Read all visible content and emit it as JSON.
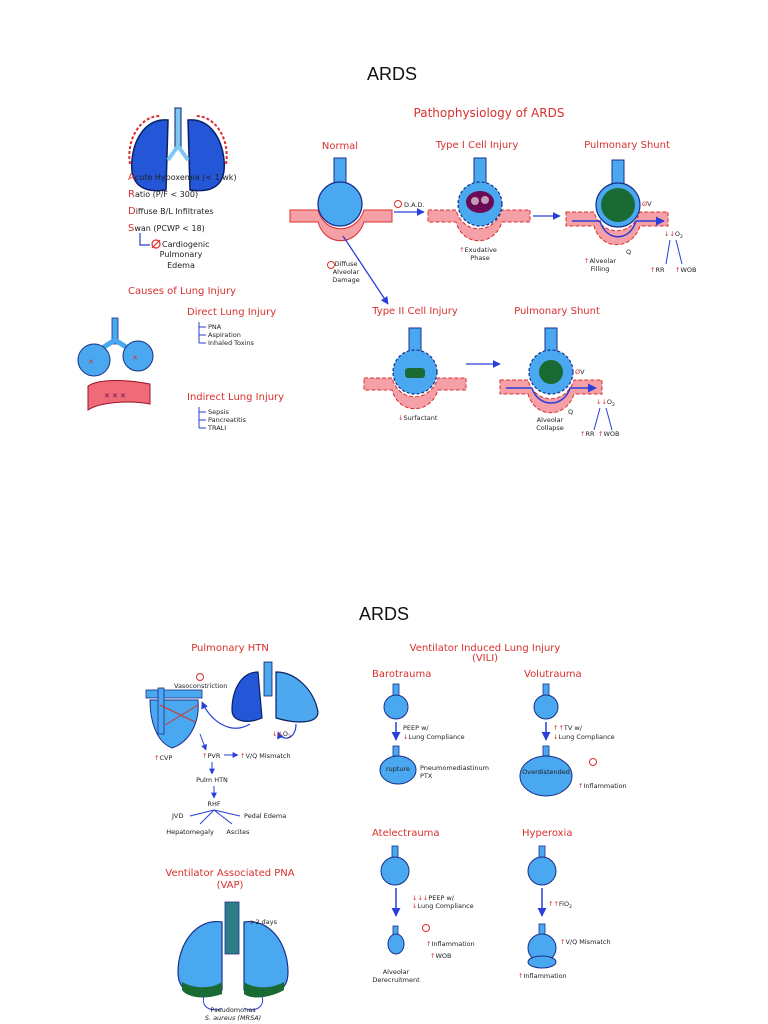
{
  "top": {
    "title": "ARDS",
    "subtitle": "Pathophysiology of ARDS",
    "mnemonic": [
      {
        "letter": "A",
        "rest": "cute Hypoxemia  (< 1 wk)"
      },
      {
        "letter": "R",
        "rest": "atio (P/F < 300)"
      },
      {
        "letter": "D",
        "rest": "iffuse B/L Infiltrates"
      },
      {
        "letter": "S",
        "rest": "wan (PCWP < 18)"
      }
    ],
    "cardiogenic": [
      "Cardiogenic",
      "Pulmonary",
      "Edema"
    ],
    "causes_title": "Causes of Lung Injury",
    "direct_title": "Direct Lung Injury",
    "direct_items": [
      "PNA",
      "Aspiration",
      "Inhaled Toxins"
    ],
    "indirect_title": "Indirect Lung Injury",
    "indirect_items": [
      "Sepsis",
      "Pancreatitis",
      "TRALI"
    ],
    "normal_label": "Normal",
    "type1_label": "Type I Cell Injury",
    "shunt1_label": "Pulmonary Shunt",
    "type2_label": "Type II Cell Injury",
    "shunt2_label": "Pulmonary Shunt",
    "dad": "D.A.D.",
    "diffuse": [
      "Diffuse",
      "Alveolar",
      "Damage"
    ],
    "exudative": [
      "Exudative",
      "Phase"
    ],
    "alveolar_filling": [
      "Alveolar",
      "Filling"
    ],
    "surfactant": "Surfactant",
    "alveolar_collapse": [
      "Alveolar",
      "Collapse"
    ],
    "v": "V",
    "q": "Q",
    "o2": "O",
    "o2sub": "2",
    "rr": "RR",
    "wob": "WOB"
  },
  "bottom": {
    "title": "ARDS",
    "htn_title": "Pulmonary HTN",
    "vasoconstriction": "Vasoconstriction",
    "cvp": "CVP",
    "pvr": "PVR",
    "vq": "V/Q Mismatch",
    "pulm_htn": "Pulm HTN",
    "rhf": "RHF",
    "jvd": "JVD",
    "pedal_edema": "Pedal Edema",
    "hepatomegaly": "Hepatomegaly",
    "ascites": "Ascites",
    "vap_title": [
      "Ventilator Associated PNA",
      "(VAP)"
    ],
    "two_days": ">2 days",
    "pseudomonas": "Pseudomonas",
    "saureus": "S. aureus (MRSA)",
    "vili_title": [
      "Ventilator Induced Lung Injury",
      "(VILI)"
    ],
    "barotrauma": "Barotrauma",
    "volutrauma": "Volutrauma",
    "atelectrauma": "Atelectrauma",
    "hyperoxia": "Hyperoxia",
    "peep_w": "PEEP     w/",
    "lung_compliance": "Lung Compliance",
    "pneumo": [
      "Pneumomediastinum",
      "PTX"
    ],
    "tv_w": "TV w/",
    "overdistended": "Overdistended",
    "inflammation": "Inflammation",
    "rupture": "rupture",
    "peep_w2": "PEEP  w/",
    "alveolar_derecruitment": [
      "Alveolar",
      "Derecruitment"
    ],
    "wob": "WOB",
    "fio2": "FiO",
    "fio2sub": "2",
    "vq_mismatch": "V/Q Mismatch"
  },
  "colors": {
    "red": "#d8302e",
    "blue": "#2a3fd8",
    "alveolus": "#49a8f0",
    "vessel": "#f59fa7",
    "green": "#1a6a34",
    "purple": "#6b0a55"
  }
}
